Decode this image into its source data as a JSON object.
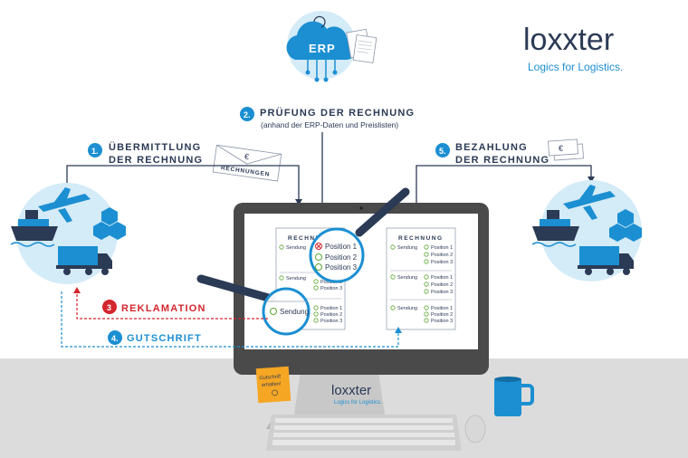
{
  "brand": {
    "name": "loxxter",
    "tagline": "Logics for Logistics."
  },
  "erp": {
    "label": "ERP"
  },
  "steps": [
    {
      "num": "1.",
      "line1": "ÜBERMITTLUNG",
      "line2": "DER RECHNUNG"
    },
    {
      "num": "2.",
      "line1": "PRÜFUNG DER RECHNUNG",
      "line2": "(anhand der ERP-Daten und Preislisten)"
    },
    {
      "num": "3",
      "line1": "REKLAMATION"
    },
    {
      "num": "4.",
      "line1": "GUTSCHRIFT"
    },
    {
      "num": "5.",
      "line1": "BEZAHLUNG",
      "line2": "DER RECHNUNG"
    }
  ],
  "envelope": {
    "currency": "€",
    "label": "RECHNUNGEN"
  },
  "payment": {
    "currency": "€"
  },
  "invoice": {
    "title": "RECHNUNG",
    "row_label": "Sendung",
    "positions": [
      "Position 1",
      "Position 2",
      "Position 3"
    ]
  },
  "note": {
    "line1": "Gutschrift",
    "line2": "erhalten!"
  },
  "monitor_brand": {
    "name": "loxxter",
    "tagline": "Logics for Logistics."
  },
  "colors": {
    "navy": "#2b3a55",
    "blue": "#1b8fd2",
    "light_blue": "#d4ebf8",
    "red": "#d4262e",
    "green": "#5aa832",
    "yellow": "#c8d21e",
    "note": "#f5a623"
  }
}
